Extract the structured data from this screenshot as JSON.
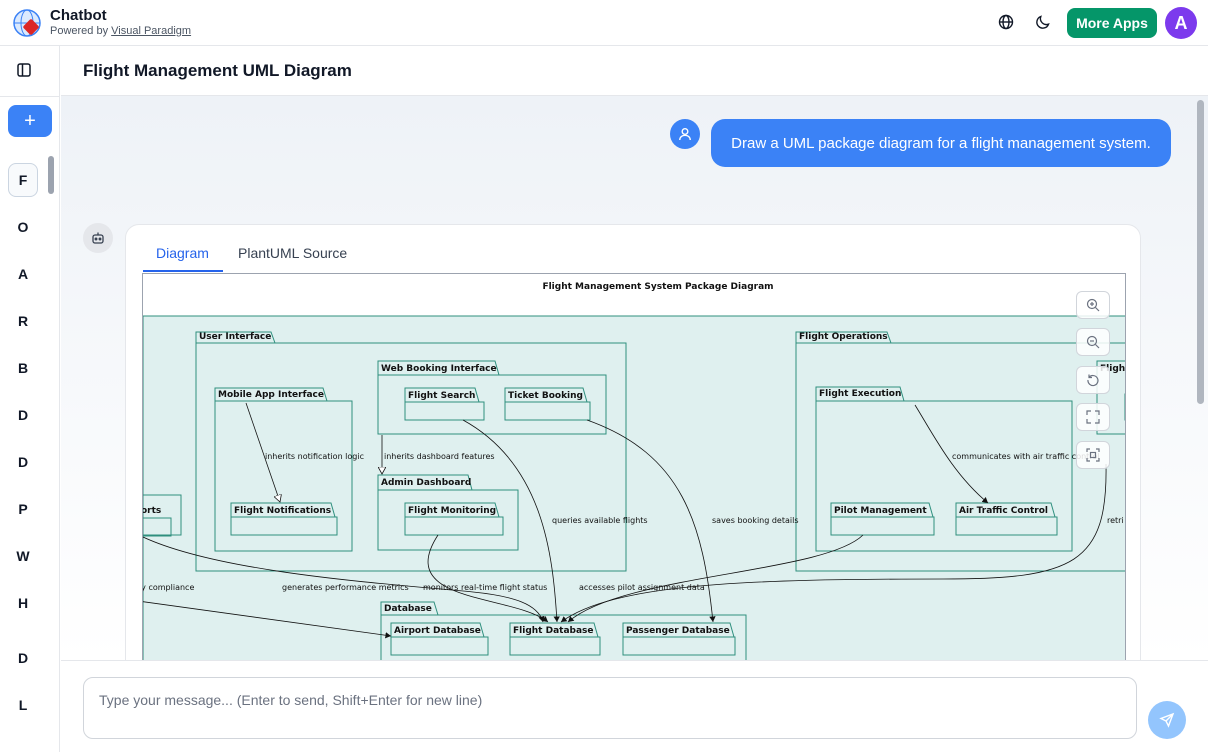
{
  "app": {
    "title": "Chatbot",
    "powered_prefix": "Powered by ",
    "powered_link": "Visual Paradigm",
    "more_apps_label": "More Apps",
    "avatar_initial": "A",
    "icons": [
      "globe-icon",
      "moon-icon"
    ]
  },
  "sidebar": {
    "new_chat_label": "+",
    "items": [
      "F",
      "O",
      "A",
      "R",
      "B",
      "D",
      "D",
      "P",
      "W",
      "H",
      "D",
      "L"
    ]
  },
  "header": {
    "title": "Flight Management UML Diagram"
  },
  "chat": {
    "user_message": "Draw a UML package diagram for a flight management system.",
    "tabs": [
      "Diagram",
      "PlantUML Source"
    ]
  },
  "diagram": {
    "title": "Flight Management System Package Diagram",
    "packages": {
      "user_interface": "User Interface",
      "web_booking": "Web Booking Interface",
      "flight_search": "Flight Search",
      "ticket_booking": "Ticket Booking",
      "mobile_app": "Mobile App Interface",
      "flight_notifications": "Flight Notifications",
      "admin_dashboard": "Admin Dashboard",
      "flight_monitoring": "Flight Monitoring",
      "flight_operations": "Flight Operations",
      "flight_execution": "Flight Execution",
      "pilot_management": "Pilot Management",
      "air_traffic_control": "Air Traffic Control",
      "flight_partial": "Flight",
      "reports_partial": "orts",
      "database": "Database",
      "airport_database": "Airport Database",
      "flight_database": "Flight Database",
      "passenger_database": "Passenger Database"
    },
    "relations": {
      "inherits_notification": "inherits notification logic",
      "inherits_dashboard": "inherits dashboard features",
      "communicates_atc": "communicates with air traffic control",
      "queries_flights": "queries available flights",
      "saves_booking": "saves booking details",
      "retrieves_partial": "retri",
      "compliance_partial": "ory compliance",
      "generates_metrics": "generates performance metrics",
      "monitors_status": "monitors real-time flight status",
      "accesses_pilot": "accesses pilot assignment data"
    }
  },
  "composer": {
    "placeholder": "Type your message... (Enter to send, Shift+Enter for new line)"
  }
}
